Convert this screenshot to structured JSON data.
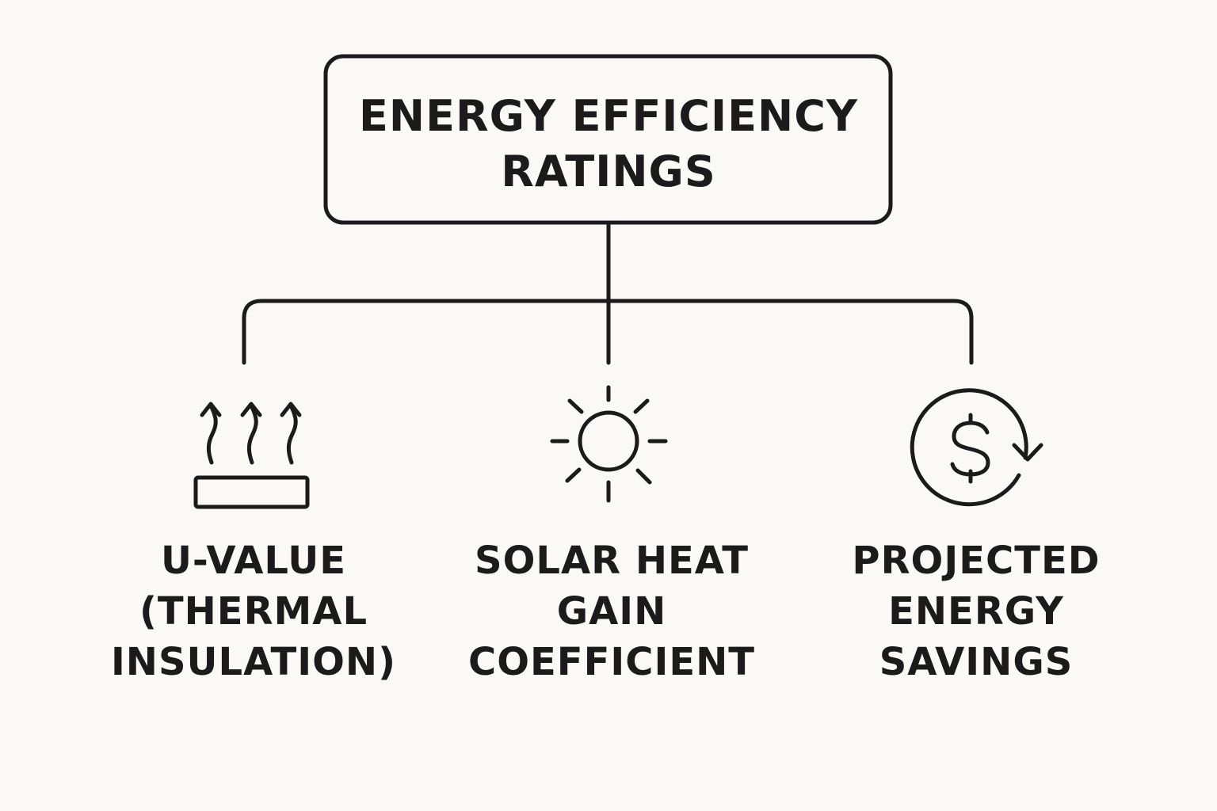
{
  "diagram": {
    "root": {
      "lines": [
        "ENERGY EFFICIENCY",
        "RATINGS"
      ]
    },
    "children": [
      {
        "id": "u-value",
        "icon": "heat-waves-insulation-icon",
        "lines": [
          "U-VALUE",
          "(THERMAL",
          "INSULATION)"
        ]
      },
      {
        "id": "shgc",
        "icon": "sun-icon",
        "lines": [
          "SOLAR HEAT",
          "GAIN",
          "COEFFICIENT"
        ]
      },
      {
        "id": "savings",
        "icon": "dollar-cycle-icon",
        "lines": [
          "PROJECTED",
          "ENERGY",
          "SAVINGS"
        ]
      }
    ]
  },
  "colors": {
    "background": "#fbf9f6",
    "stroke": "#1b1b1b"
  }
}
